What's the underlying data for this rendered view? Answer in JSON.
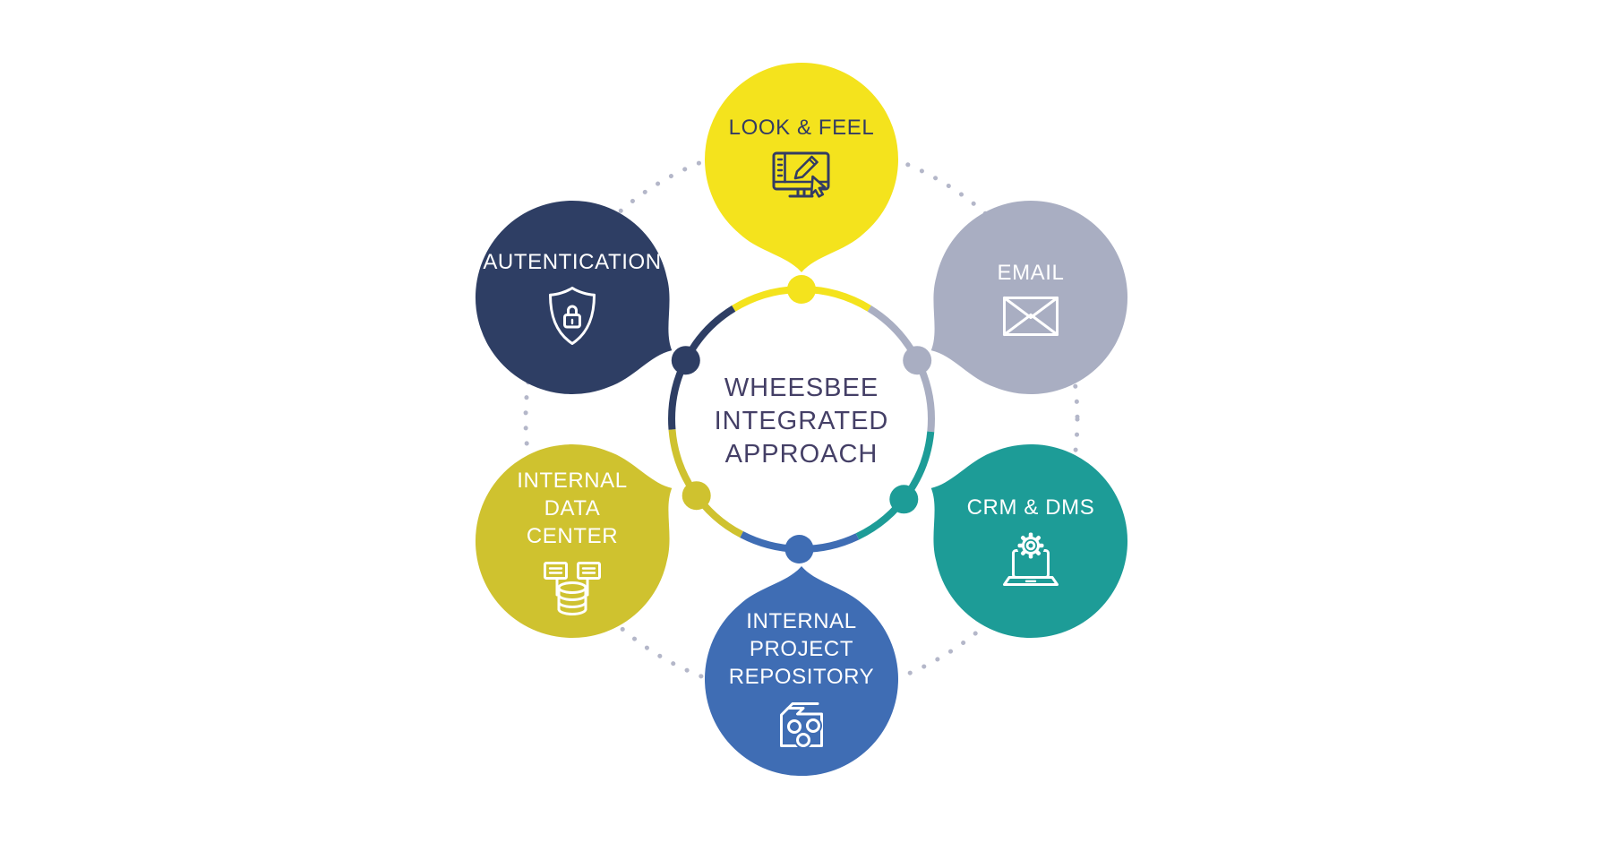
{
  "center": {
    "lines": [
      "WHEESBEE",
      "INTEGRATED",
      "APPROACH"
    ],
    "text_color": "#443f66"
  },
  "nodes": [
    {
      "id": "look-feel",
      "label": "LOOK & FEEL",
      "color": "#f4e31d",
      "text_color": "#333c63",
      "icon": "monitor-edit-icon"
    },
    {
      "id": "email",
      "label": "EMAIL",
      "color": "#a9aec2",
      "text_color": "#ffffff",
      "icon": "envelope-icon"
    },
    {
      "id": "crm-dms",
      "label": "CRM & DMS",
      "color": "#1d9c97",
      "text_color": "#ffffff",
      "icon": "laptop-gear-icon"
    },
    {
      "id": "internal-project-repository",
      "label": "INTERNAL PROJECT REPOSITORY",
      "color": "#3f6db4",
      "text_color": "#ffffff",
      "icon": "folder-share-icon"
    },
    {
      "id": "internal-data-center",
      "label": "INTERNAL DATA CENTER",
      "color": "#cfc22f",
      "text_color": "#ffffff",
      "icon": "database-icon"
    },
    {
      "id": "autentication",
      "label": "AUTENTICATION",
      "color": "#2e3e64",
      "text_color": "#ffffff",
      "icon": "shield-lock-icon"
    }
  ],
  "decoration": {
    "background_color": "#ffffff",
    "dashed_circle_color": "#b4b7c9"
  }
}
